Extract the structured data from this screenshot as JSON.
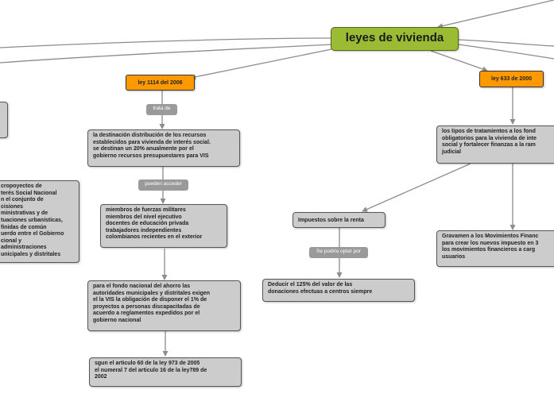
{
  "colors": {
    "central_topic": "#9bbb34",
    "main_topic": "#ff9900",
    "subtopic": "#cccccc",
    "relationship_label": "#9a9a9a",
    "connector": "#8c8c8c"
  },
  "central_topic": "leyes de vivienda",
  "main_topics": {
    "ley_1114": "ley 1114 del 2006",
    "ley_633": "ley 633 de 2000"
  },
  "relationship_labels": {
    "trata_de": "trata de",
    "pueden_acceder": "pueden acceder",
    "se_podria_optar_por": "Se podría optar por"
  },
  "subtopics": {
    "left_partial": "cropoyectos de\nterés Social Nacional\nn el conjunto de\ncisiones\nministrativas y de\ntuaciones urbanísticas,\nfinidas de común\nuerdo entre el Gobierno\ncional y\nadministraciones\nunicipales y distritales",
    "destinacion": "la destinación distribución de los recursos\nestablecidos para vivienda de interés social.\nse destinan un 20% anualmente por el\ngobierno recursos presupuestares para VIS",
    "miembros": "miembros de fuerzas militares\nmiembros del nivel ejecutivo\ndocentes de educación privada\ntrabajadores independientes\ncolombianos recientes en el exterior",
    "fondo_nacional": "para el fondo nacional del ahorro las\nautoridades municipales y distritales exigen\nel la VIS la obligación de disponer el 1% de\nproyectos a personas discapacitadas de\nacuerdo a reglamentos expedidos por el\ngobierno nacional",
    "articulo_60": "sgun el articulo 60 de la ley 973 de 2005\nel numeral 7 del articulo 16 de la ley789 de\n2002",
    "tipos_tratamientos": "los tipos de tratamientos a los fond\nobligatorios para la vivienda de inte\nsocial y fortalecer finanzas a la ram\njudicial",
    "impuestos_renta": "Impuestos sobre la renta",
    "deducir": "Deducir el 125% del valor de las\ndonaciones efectuas a centros siempre",
    "gravamen": "Gravamen a los Movimientos Financ\npara crear los nuevos impuesto en 3\nlos movimientos financieros a carg\nusuarios"
  }
}
